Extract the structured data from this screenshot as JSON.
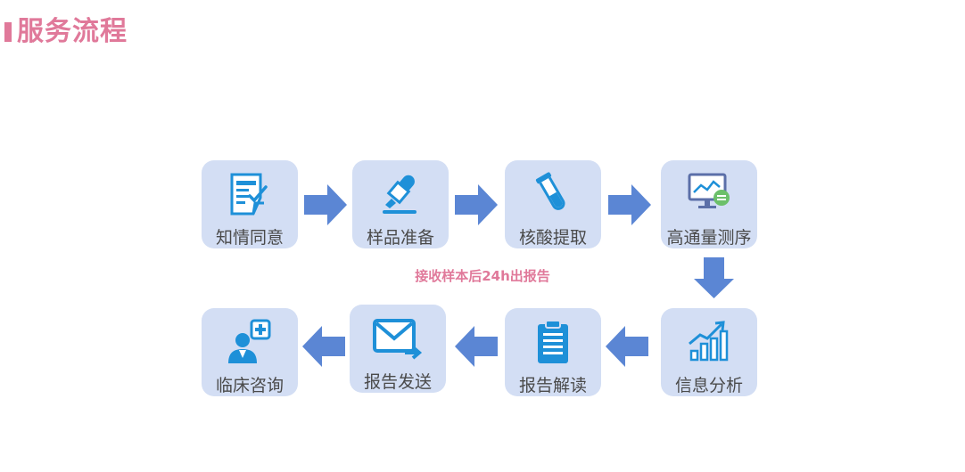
{
  "header": {
    "title": "服务流程"
  },
  "note": "接收样本后24h出报告",
  "colors": {
    "accent": "#e0799a",
    "box": "#d3def4",
    "arrow": "#5b86d4",
    "icon": "#1e90d8"
  },
  "steps": [
    {
      "label": "知情同意",
      "icon": "document-edit-icon"
    },
    {
      "label": "样品准备",
      "icon": "pipette-icon"
    },
    {
      "label": "核酸提取",
      "icon": "test-tube-icon"
    },
    {
      "label": "高通量测序",
      "icon": "monitor-chart-icon"
    },
    {
      "label": "信息分析",
      "icon": "growth-chart-icon"
    },
    {
      "label": "报告解读",
      "icon": "clipboard-icon"
    },
    {
      "label": "报告发送",
      "icon": "envelope-send-icon"
    },
    {
      "label": "临床咨询",
      "icon": "doctor-icon"
    }
  ]
}
